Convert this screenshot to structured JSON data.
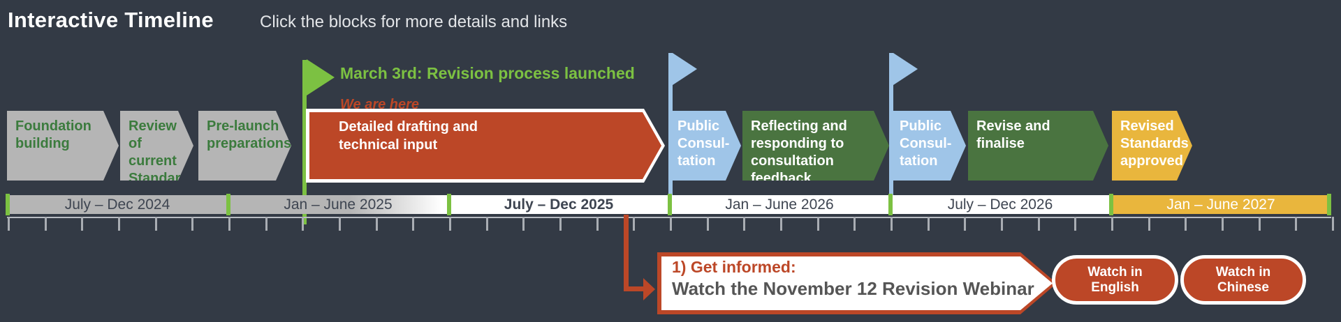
{
  "header": {
    "title": "Interactive Timeline",
    "subtitle": "Click the blocks for more details and links"
  },
  "marker": {
    "label": "March 3rd: Revision process launched",
    "status_label": "We are here"
  },
  "icons": {
    "launch_flag": "green-flag-icon",
    "consultation_flag": "blue-flag-icon"
  },
  "blocks": [
    {
      "id": "foundation-building",
      "label": "Foundation\nbuilding",
      "color": "gray"
    },
    {
      "id": "review-of-current-standards",
      "label": "Review\nof current\nStandards",
      "color": "gray"
    },
    {
      "id": "pre-launch-preparations",
      "label": "Pre-launch\npreparations",
      "color": "gray"
    },
    {
      "id": "detailed-drafting",
      "label": "Detailed drafting and\ntechnical input",
      "color": "red"
    },
    {
      "id": "public-consultation-1",
      "label": "Public\nConsul-\ntation",
      "color": "blue"
    },
    {
      "id": "reflecting-and-responding",
      "label": "Reflecting and\nresponding to\nconsultation\nfeedback",
      "color": "green"
    },
    {
      "id": "public-consultation-2",
      "label": "Public\nConsul-\ntation",
      "color": "blue"
    },
    {
      "id": "revise-and-finalise",
      "label": "Revise and\nfinalise",
      "color": "green"
    },
    {
      "id": "revised-standards-approved",
      "label": "Revised\nStandards\napproved",
      "color": "gold"
    }
  ],
  "axis": {
    "segments": [
      {
        "label": "July – Dec 2024"
      },
      {
        "label": "Jan – June 2025"
      },
      {
        "label": "July – Dec 2025",
        "emphasis": true
      },
      {
        "label": "Jan – June 2026"
      },
      {
        "label": "July – Dec 2026"
      },
      {
        "label": "Jan – June 2027"
      }
    ],
    "months_per_segment": 6
  },
  "callout": {
    "heading": "1) Get informed:",
    "text": "Watch the November 12 Revision Webinar",
    "buttons": [
      {
        "id": "watch-in-english",
        "label": "Watch in\nEnglish"
      },
      {
        "id": "watch-in-chinese",
        "label": "Watch in\nChinese"
      }
    ]
  },
  "colors": {
    "background": "#333a45",
    "accent_red": "#bc4727",
    "bright_green": "#7cc142",
    "light_blue": "#9fc5e8",
    "dark_green": "#4a7440",
    "gold": "#e9b63d",
    "block_gray": "#b5b5b5",
    "axis_text": "#3e4551"
  }
}
